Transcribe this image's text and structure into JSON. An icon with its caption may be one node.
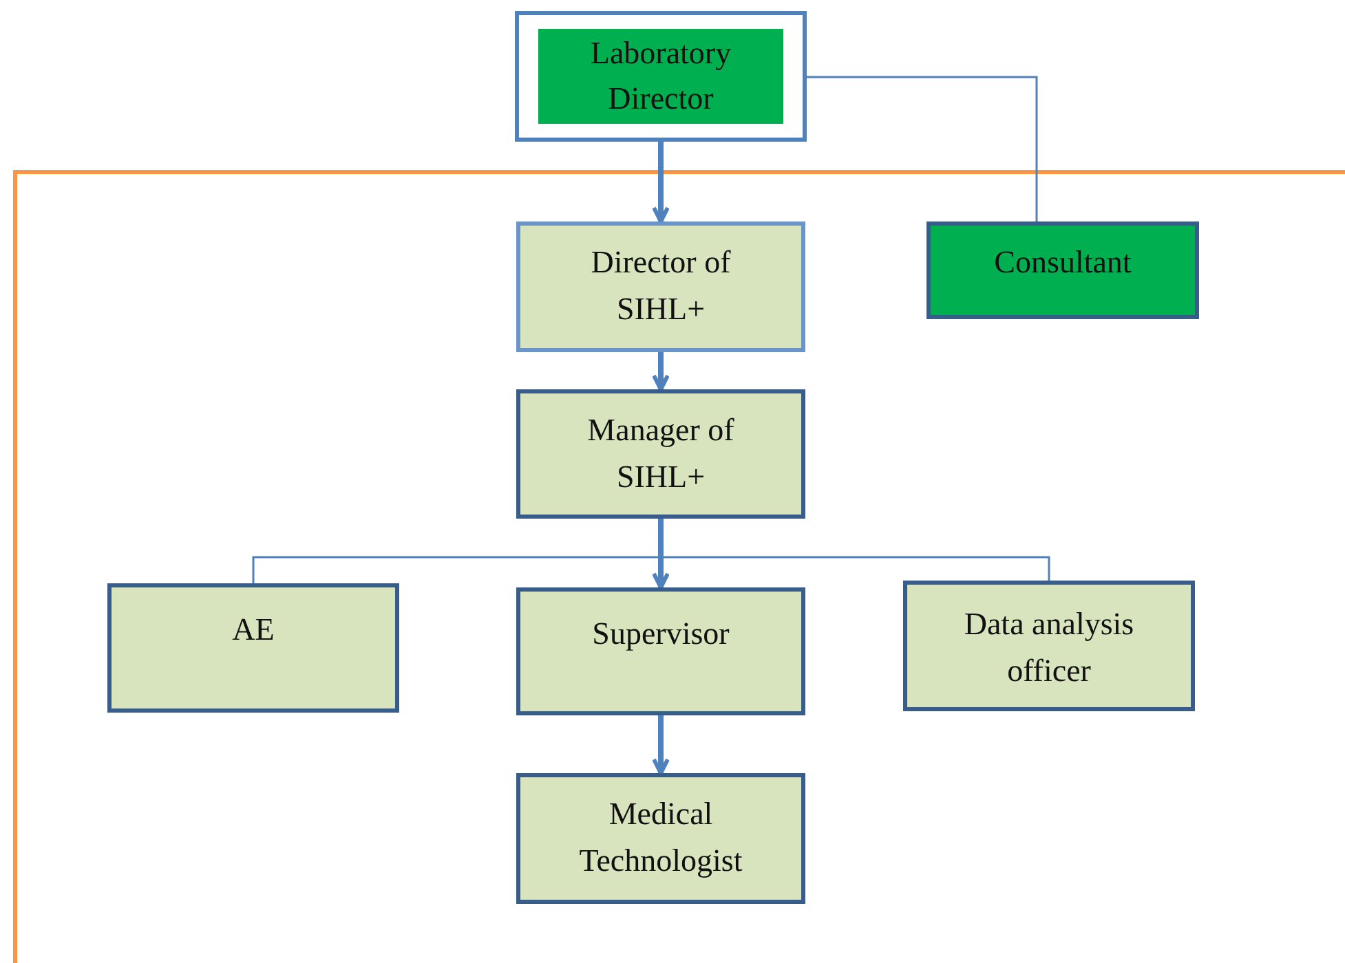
{
  "diagram": {
    "nodes": [
      {
        "text": [
          "Laboratory Director"
        ]
      },
      {
        "text": [
          "Director of SIHL+"
        ]
      },
      {
        "text": [
          "Consultant"
        ]
      },
      {
        "text": [
          "Manager of SIHL+"
        ]
      },
      {
        "text": [
          "AE"
        ]
      },
      {
        "text": [
          "Supervisor"
        ]
      },
      {
        "text": [
          "Data analysis officer"
        ]
      },
      {
        "text": [
          "Medical Technologist"
        ]
      }
    ],
    "edges": [
      {
        "from": 0,
        "to": 1,
        "arrow": "to"
      },
      {
        "from": 0,
        "to": 2,
        "arrow": "none"
      },
      {
        "from": 1,
        "to": 3,
        "arrow": "to"
      },
      {
        "from": 3,
        "to": 4,
        "arrow": "none"
      },
      {
        "from": 3,
        "to": 5,
        "arrow": "to"
      },
      {
        "from": 3,
        "to": 6,
        "arrow": "none"
      },
      {
        "from": 5,
        "to": 7,
        "arrow": "to"
      }
    ]
  }
}
